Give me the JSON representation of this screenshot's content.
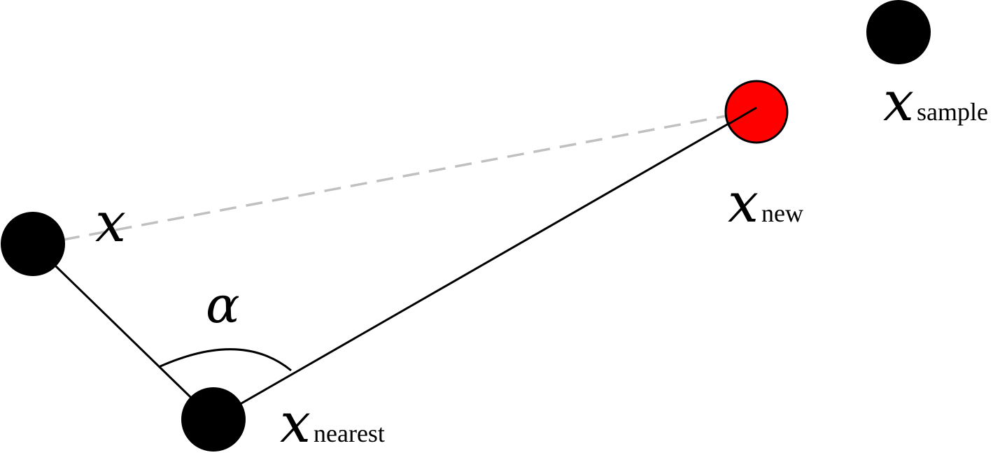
{
  "diagram": {
    "nodes": {
      "x": {
        "var": "x",
        "sub": ""
      },
      "nearest": {
        "var": "x",
        "sub": "nearest"
      },
      "new": {
        "var": "x",
        "sub": "new"
      },
      "sample": {
        "var": "x",
        "sub": "sample"
      }
    },
    "angle_label": "α",
    "colors": {
      "node": "#000000",
      "new_node": "#ff0000",
      "edge": "#000000",
      "dashed_edge": "#c0c0c0"
    }
  }
}
